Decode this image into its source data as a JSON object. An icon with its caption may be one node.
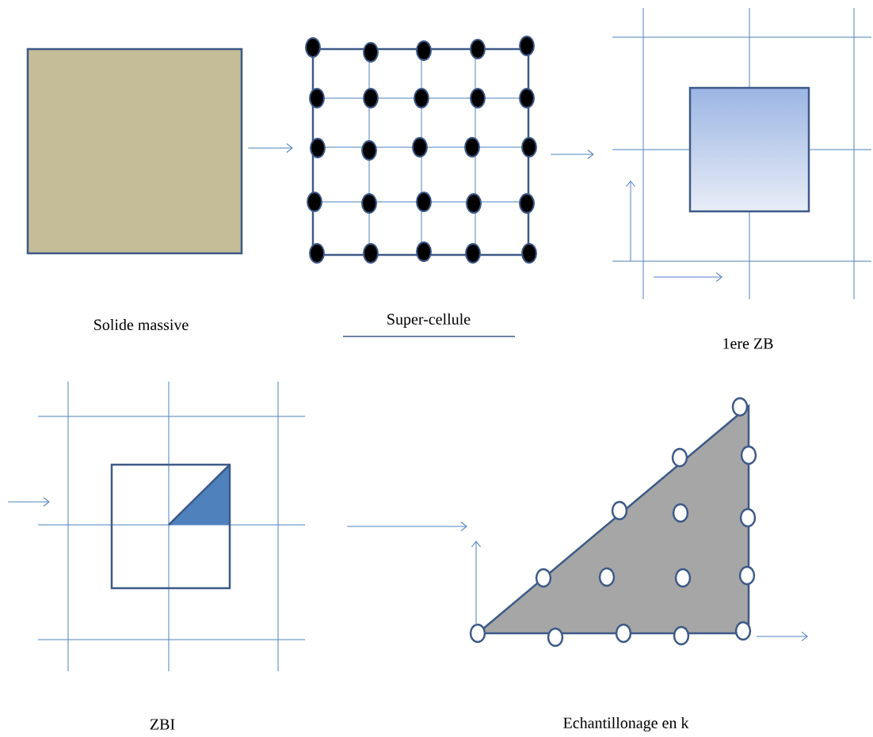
{
  "diagram": {
    "nodes": [
      {
        "text": [],
        "shape": "box"
      },
      {
        "text": [
          "Super-cellule"
        ]
      },
      {
        "text": [
          "1ere ZB"
        ]
      },
      {
        "text": [
          "ZBI"
        ]
      },
      {
        "text": [
          "Echantillonage en k"
        ]
      }
    ],
    "edges": [
      {
        "from": 0,
        "to": 1,
        "arrow": "to"
      },
      {
        "from": 1,
        "to": 2,
        "arrow": "to"
      },
      {
        "from": null,
        "to": 3,
        "arrow": "to"
      },
      {
        "from": 3,
        "to": 4,
        "arrow": "to"
      }
    ],
    "labels": [
      "Solide massive"
    ]
  }
}
